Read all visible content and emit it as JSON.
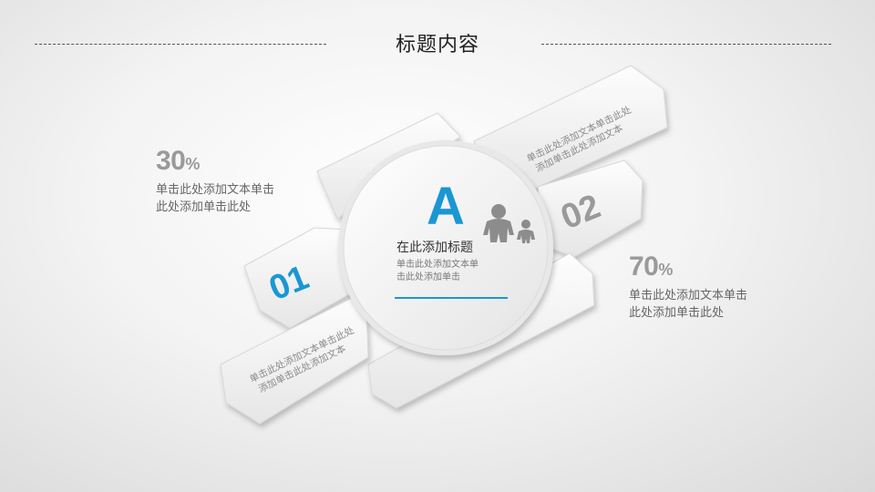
{
  "slide": {
    "title": "标题内容"
  },
  "left_stat": {
    "value": "30",
    "unit": "%",
    "description": [
      "单击此处添加文本单击",
      "此处添加单击此处"
    ]
  },
  "right_stat": {
    "value": "70",
    "unit": "%",
    "description": [
      "单击此处添加文本单击",
      "此处添加单击此处"
    ]
  },
  "center": {
    "letter": "A",
    "icon": "parent-child-icon",
    "title": "在此添加标题",
    "description": [
      "单击此处添加文本单",
      "击此处添加单击"
    ]
  },
  "band_top_right": {
    "text": [
      "单击此处添加文本单击此处",
      "添加单击此处添加文本"
    ]
  },
  "band_bottom_left": {
    "text": [
      "单击此处添加文本单击此处",
      "添加单击此处添加文本"
    ]
  },
  "tab_01": {
    "label": "01"
  },
  "tab_02": {
    "label": "02"
  },
  "colors": {
    "accent": "#1a97d3",
    "numeral_gray": "#9a9a9a",
    "icon_gray": "#8c8c8c"
  }
}
